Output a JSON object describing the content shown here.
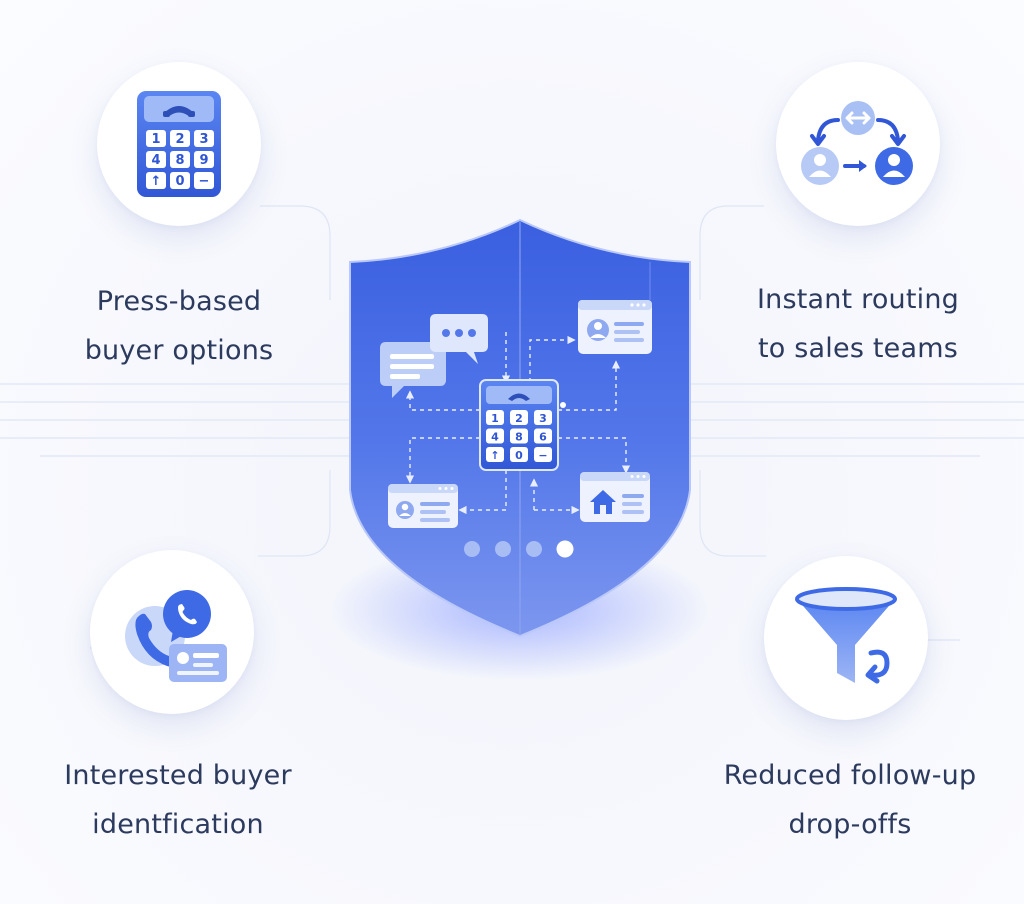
{
  "features": {
    "top_left": {
      "icon": "keypad-phone-icon",
      "line1": "Press-based",
      "line2": "buyer options"
    },
    "top_right": {
      "icon": "routing-users-icon",
      "line1": "Instant routing",
      "line2": "to sales teams"
    },
    "bottom_left": {
      "icon": "phone-chat-card-icon",
      "line1": "Interested buyer",
      "line2": "identfication"
    },
    "bottom_right": {
      "icon": "funnel-return-icon",
      "line1": "Reduced follow-up",
      "line2": "drop-offs"
    }
  },
  "keypad": {
    "keys": [
      "1",
      "2",
      "3",
      "4",
      "8",
      "9",
      "↑",
      "0",
      "−"
    ]
  },
  "shield_keypad": {
    "keys": [
      "1",
      "2",
      "3",
      "4",
      "8",
      "6",
      "↑",
      "0",
      "−"
    ]
  },
  "shield": {
    "icon": "shield-icon",
    "dots_total": 4,
    "dots_active": 4
  },
  "colors": {
    "accent": "#3f6ae6",
    "accent_dark": "#2f55d4",
    "accent_light": "#9db5f4",
    "text": "#2c3a5e"
  }
}
